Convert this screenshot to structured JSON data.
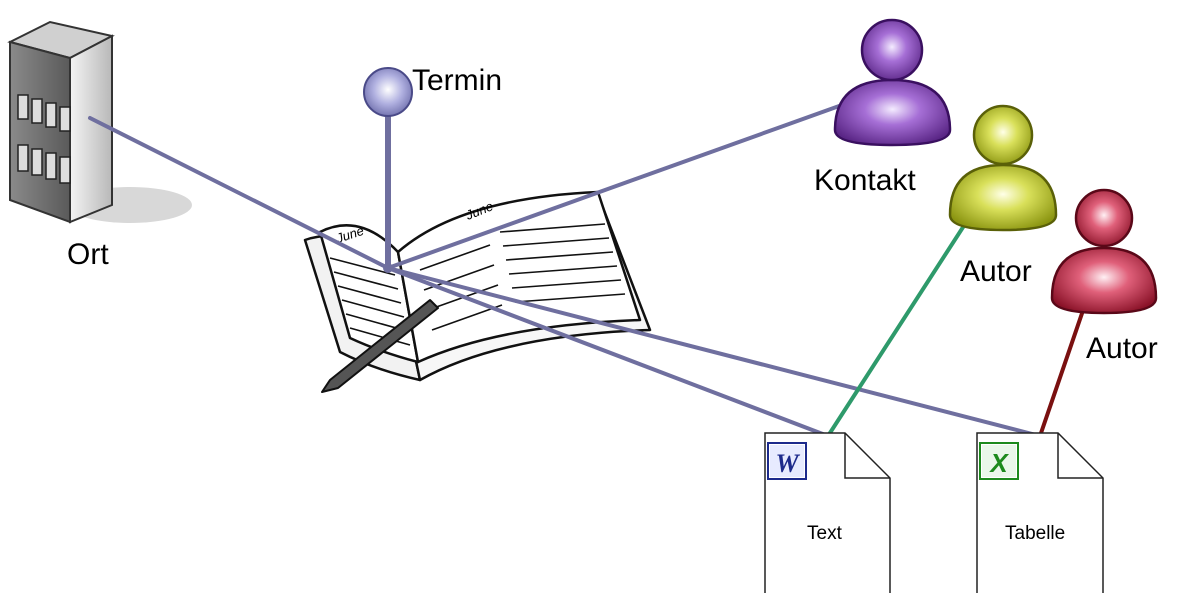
{
  "labels": {
    "ort": "Ort",
    "termin": "Termin",
    "kontakt": "Kontakt",
    "autor_1": "Autor",
    "autor_2": "Autor",
    "text_doc": "Text",
    "table_doc": "Tabelle"
  },
  "book": {
    "page_left": "June",
    "page_right": "June"
  },
  "icons": {
    "word_glyph": "W",
    "excel_glyph": "X"
  },
  "colors": {
    "link_main": "#6f6f9f",
    "link_text_author": "#2e9a6b",
    "link_table_author": "#7a1010",
    "kontakt_person": "#8a45b8",
    "autor_1_person": "#c8d43a",
    "autor_2_person": "#d0384e",
    "termin_pin": "#9a9ad6",
    "word_icon": "#1c2a8c",
    "excel_icon": "#1d8a1d"
  }
}
